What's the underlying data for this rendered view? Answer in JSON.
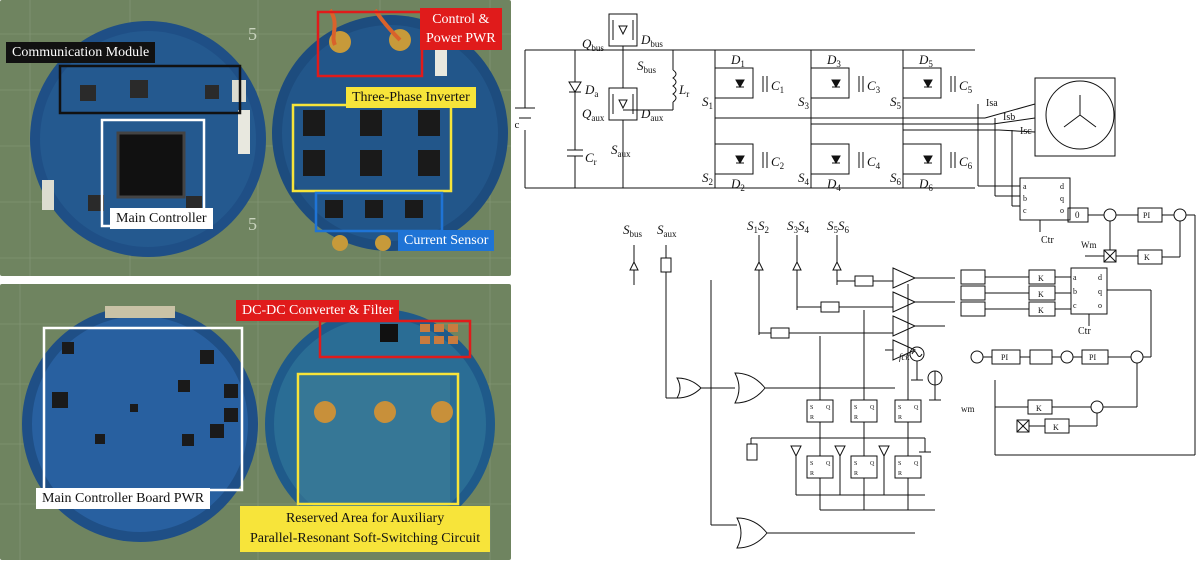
{
  "top_photo": {
    "labels": {
      "communication_module": "Communication Module",
      "control_power": "Control &\nPower PWR",
      "three_phase_inverter": "Three-Phase Inverter",
      "main_controller": "Main Controller",
      "current_sensor": "Current Sensor"
    }
  },
  "bottom_photo": {
    "labels": {
      "dcdc_filter": "DC-DC Converter & Filter",
      "main_controller_board": "Main Controller Board PWR",
      "reserved_area": "Reserved Area for Auxiliary\nParallel-Resonant Soft-Switching Circuit"
    }
  },
  "colors": {
    "bg_green": "#6f8460",
    "pcb_blue": "#1f4f86",
    "label_red": "#e01b1b",
    "label_yellow": "#f7e43a",
    "label_blue": "#1f74d6"
  },
  "schematic": {
    "dc": "dc",
    "q_bus": "Q",
    "q_bus_sub": "bus",
    "d_bus": "D",
    "d_bus_sub": "bus",
    "s_bus": "S",
    "s_bus_sub": "bus",
    "d_a": "D",
    "d_a_sub": "a",
    "q_aux": "Q",
    "q_aux_sub": "aux",
    "d_aux": "D",
    "d_aux_sub": "aux",
    "s_aux": "S",
    "s_aux_sub": "aux",
    "l_r": "L",
    "l_r_sub": "r",
    "c_r": "C",
    "c_r_sub": "r",
    "switches": [
      {
        "s": "S",
        "n": "1",
        "d": "D",
        "dn": "1",
        "c": "C",
        "cn": "1"
      },
      {
        "s": "S",
        "n": "3",
        "d": "D",
        "dn": "3",
        "c": "C",
        "cn": "3"
      },
      {
        "s": "S",
        "n": "5",
        "d": "D",
        "dn": "5",
        "c": "C",
        "cn": "5"
      },
      {
        "s": "S",
        "n": "2",
        "d": "D",
        "dn": "2",
        "c": "C",
        "cn": "2"
      },
      {
        "s": "S",
        "n": "4",
        "d": "D",
        "dn": "4",
        "c": "C",
        "cn": "4"
      },
      {
        "s": "S",
        "n": "6",
        "d": "D",
        "dn": "6",
        "c": "C",
        "cn": "6"
      }
    ],
    "isa": "Isa",
    "isb": "Isb",
    "isc": "Isc",
    "ctr_top": "Ctr",
    "ctr_bottom": "Ctr",
    "wm_upper": "Wm",
    "wm_lower": "wm",
    "fck": "fck",
    "zero": "0",
    "pi": "PI",
    "k": "K",
    "abc": [
      "a",
      "b",
      "c"
    ],
    "dq0": [
      "d",
      "q",
      "o"
    ],
    "gate_labels": {
      "s_bus": "S",
      "s_bus_sub": "bus",
      "s_aux": "S",
      "s_aux_sub": "aux",
      "s1s2": "S",
      "s1": "1",
      "s2": "2",
      "s3s4": "S",
      "s3": "3",
      "s4": "4",
      "s5s6": "S",
      "s5": "5",
      "s6": "6"
    },
    "logic": [
      "S",
      "R",
      "Q",
      "Q"
    ]
  }
}
